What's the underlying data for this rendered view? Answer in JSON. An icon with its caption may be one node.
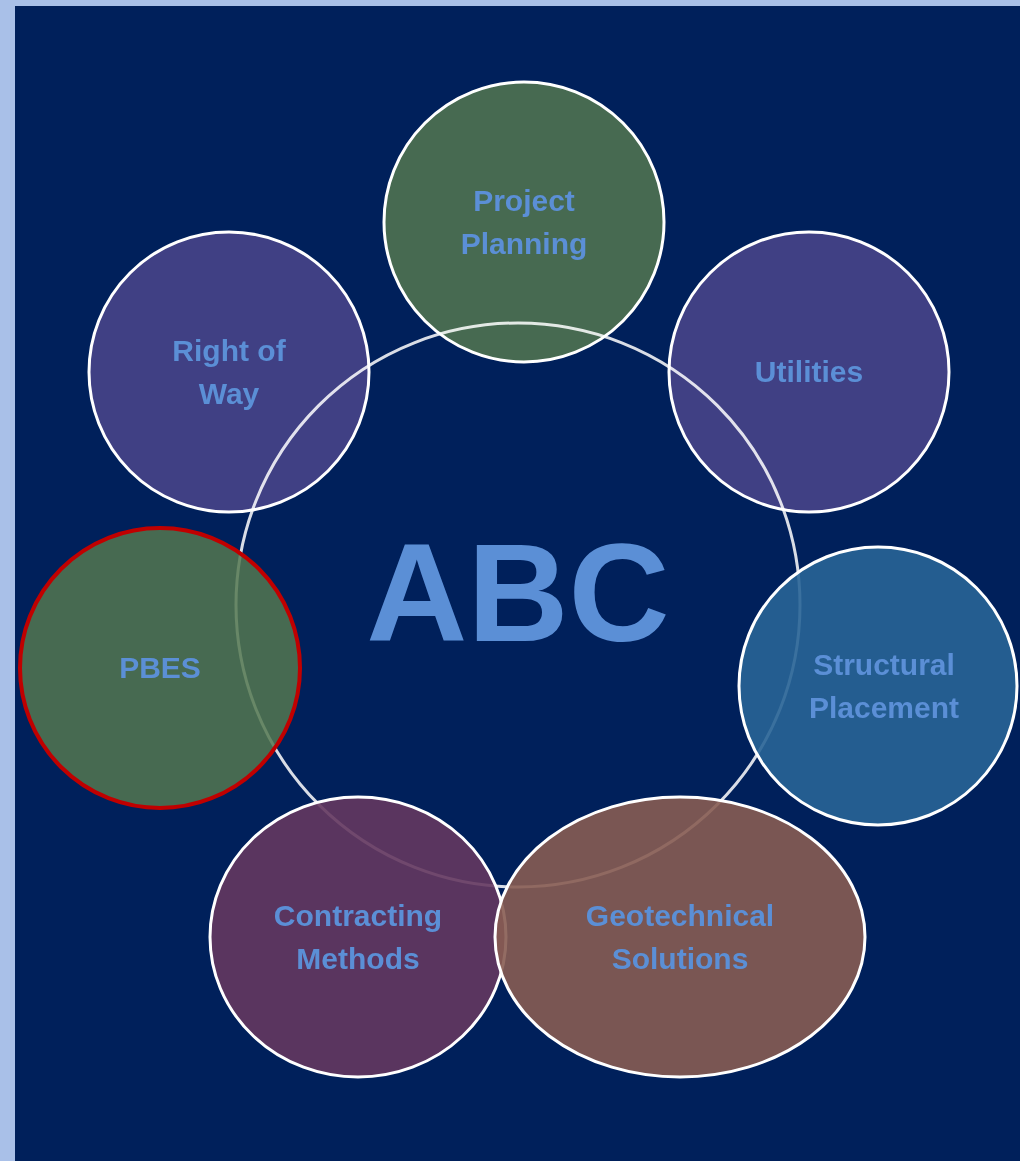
{
  "diagram": {
    "nodes": [
      {
        "text": [
          "Project Planning"
        ]
      },
      {
        "text": [
          "Right of Way"
        ]
      },
      {
        "text": [
          "Utilities"
        ]
      },
      {
        "text": [
          "ABC"
        ]
      },
      {
        "text": [
          "PBES"
        ]
      },
      {
        "text": [
          "Structural Placement"
        ]
      },
      {
        "text": [
          "Contracting Methods"
        ]
      },
      {
        "text": [
          "Geotechnical Solutions"
        ]
      }
    ],
    "edges": []
  }
}
